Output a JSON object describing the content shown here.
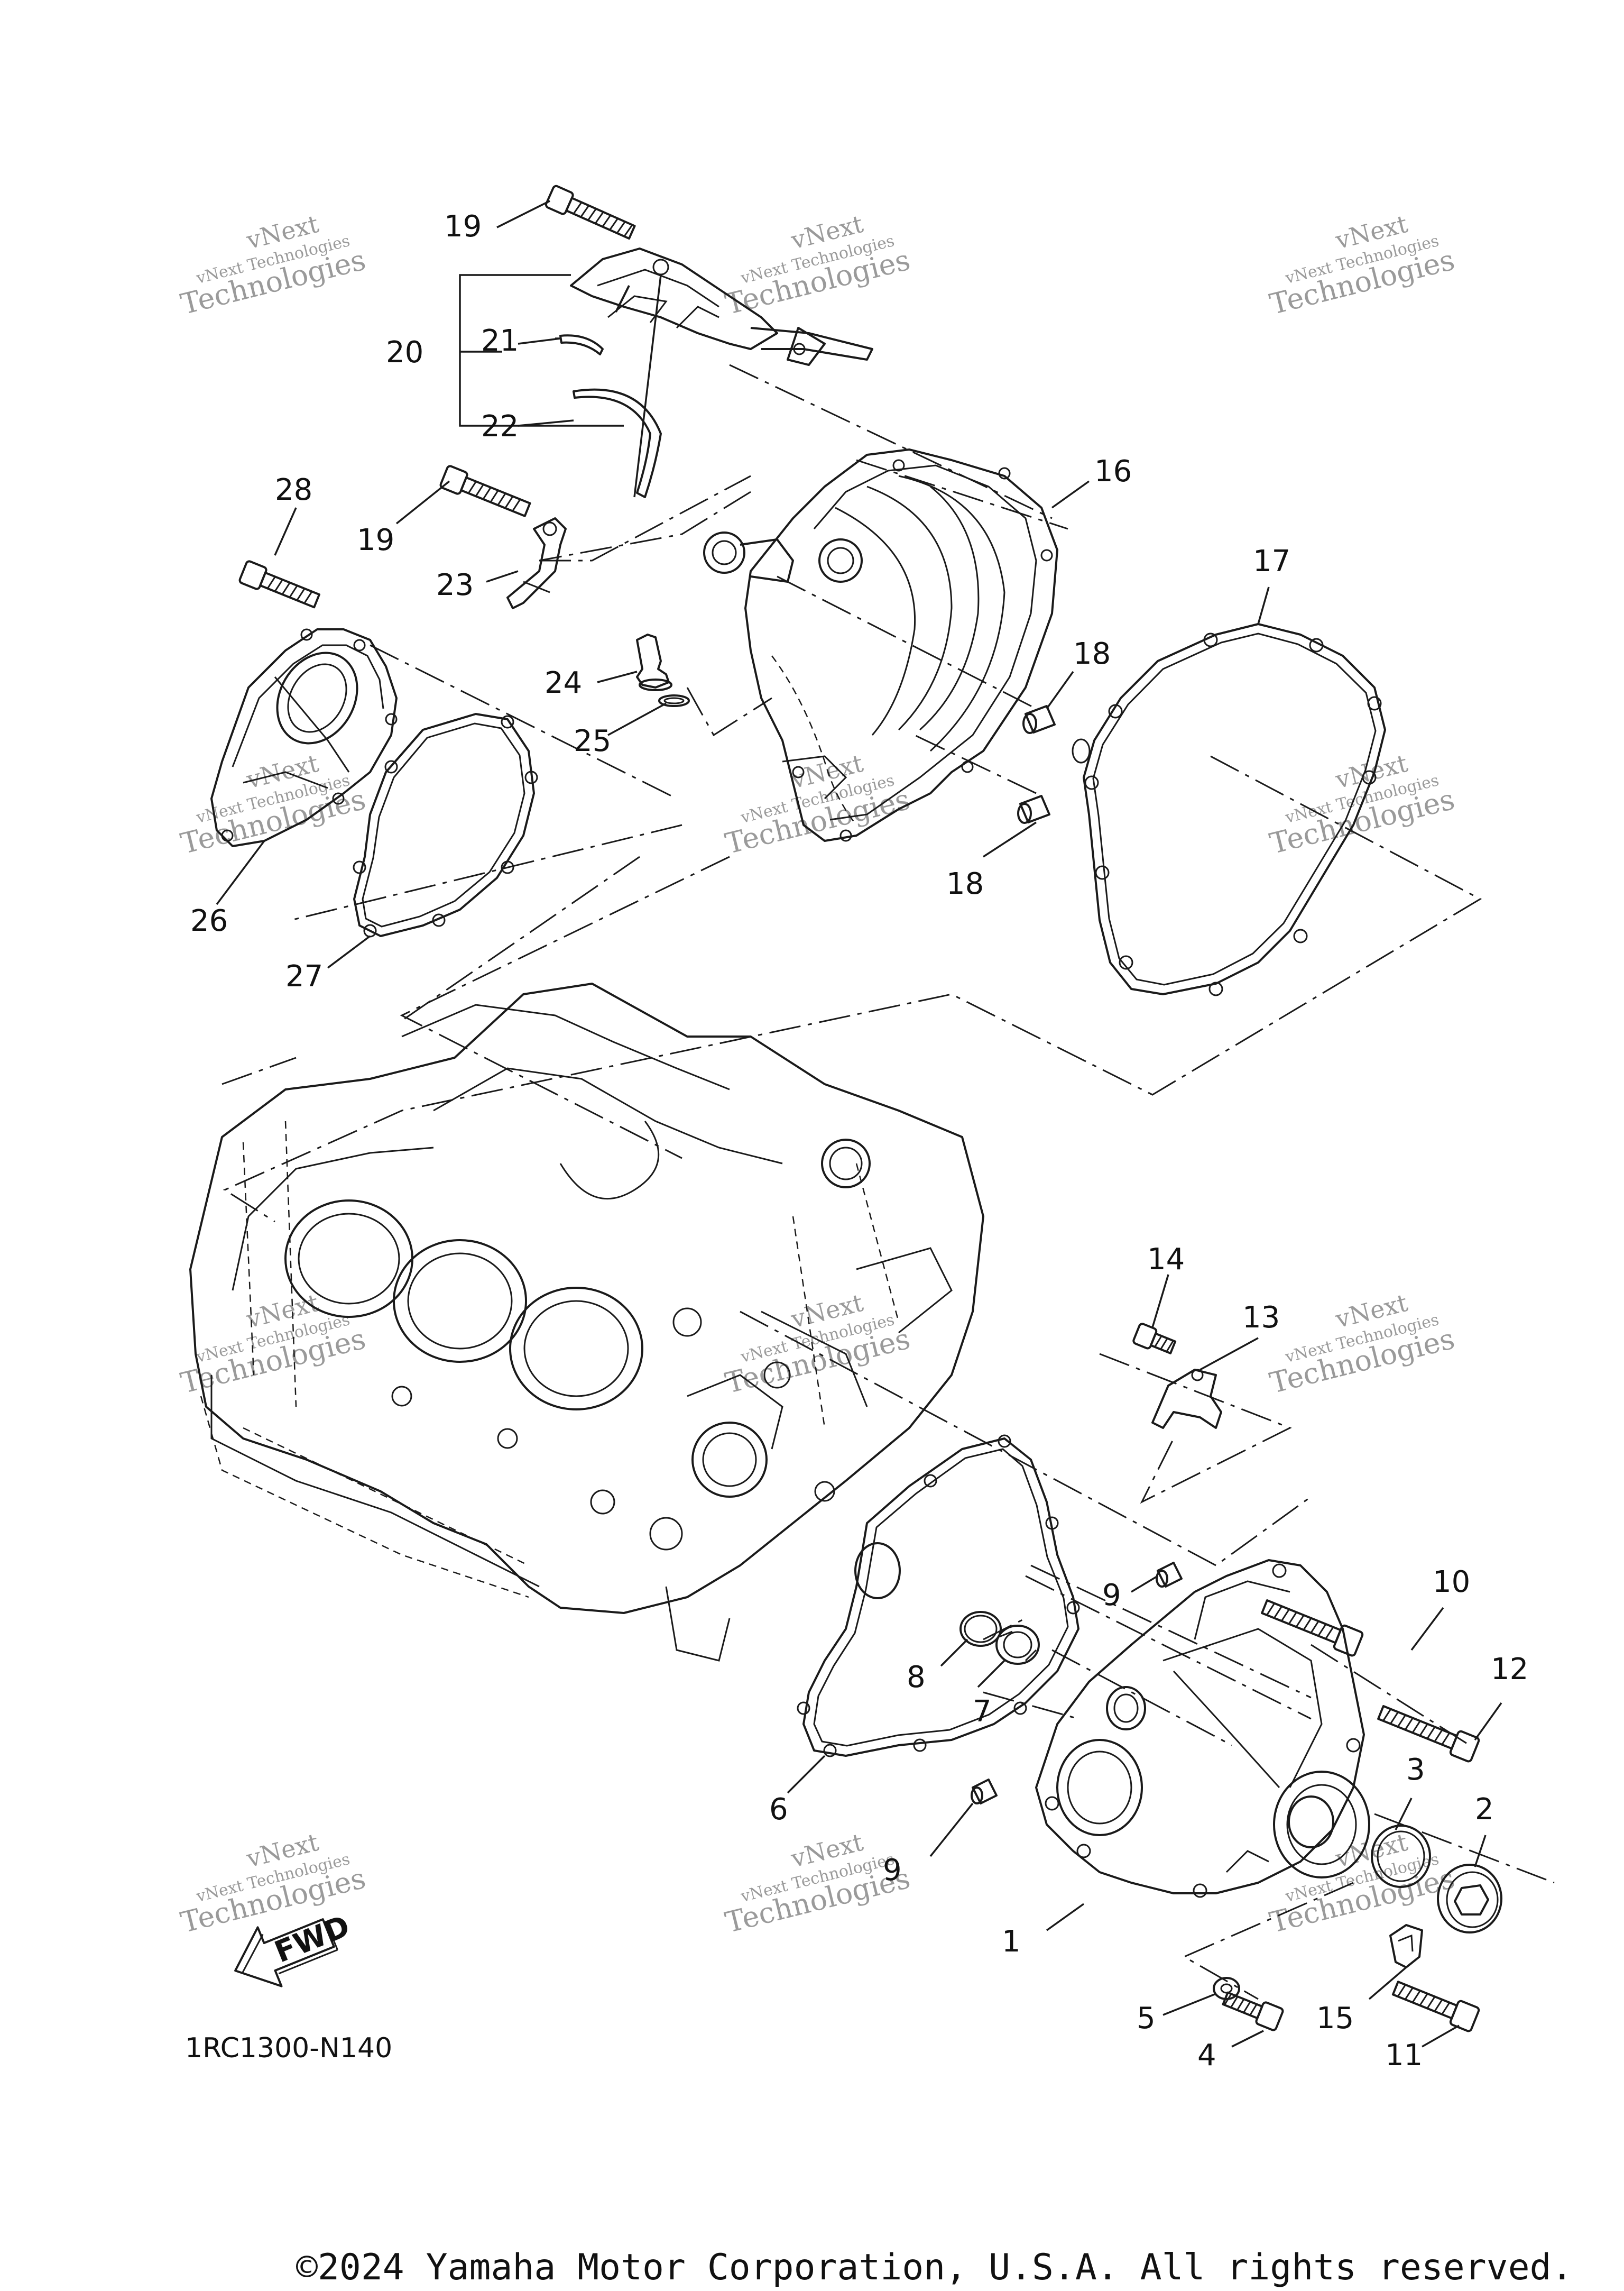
{
  "diagram": {
    "code": "1RC1300-N140",
    "copyright": "©2024 Yamaha Motor Corporation, U.S.A. All rights reserved.",
    "fwd_label": "FWD",
    "watermark": {
      "line1": "vNext",
      "line2": "vNext Technologies",
      "line3": "Technologies"
    },
    "callouts": [
      {
        "id": "c19a",
        "label": "19"
      },
      {
        "id": "c20",
        "label": "20"
      },
      {
        "id": "c21",
        "label": "21"
      },
      {
        "id": "c22",
        "label": "22"
      },
      {
        "id": "c28",
        "label": "28"
      },
      {
        "id": "c19b",
        "label": "19"
      },
      {
        "id": "c23",
        "label": "23"
      },
      {
        "id": "c24",
        "label": "24"
      },
      {
        "id": "c25",
        "label": "25"
      },
      {
        "id": "c26",
        "label": "26"
      },
      {
        "id": "c27",
        "label": "27"
      },
      {
        "id": "c16",
        "label": "16"
      },
      {
        "id": "c17",
        "label": "17"
      },
      {
        "id": "c18a",
        "label": "18"
      },
      {
        "id": "c18b",
        "label": "18"
      },
      {
        "id": "c14",
        "label": "14"
      },
      {
        "id": "c13",
        "label": "13"
      },
      {
        "id": "c9a",
        "label": "9"
      },
      {
        "id": "c10",
        "label": "10"
      },
      {
        "id": "c12",
        "label": "12"
      },
      {
        "id": "c8",
        "label": "8"
      },
      {
        "id": "c7",
        "label": "7"
      },
      {
        "id": "c3",
        "label": "3"
      },
      {
        "id": "c2",
        "label": "2"
      },
      {
        "id": "c6",
        "label": "6"
      },
      {
        "id": "c9b",
        "label": "9"
      },
      {
        "id": "c1",
        "label": "1"
      },
      {
        "id": "c15",
        "label": "15"
      },
      {
        "id": "c5",
        "label": "5"
      },
      {
        "id": "c4",
        "label": "4"
      },
      {
        "id": "c11",
        "label": "11"
      }
    ]
  }
}
